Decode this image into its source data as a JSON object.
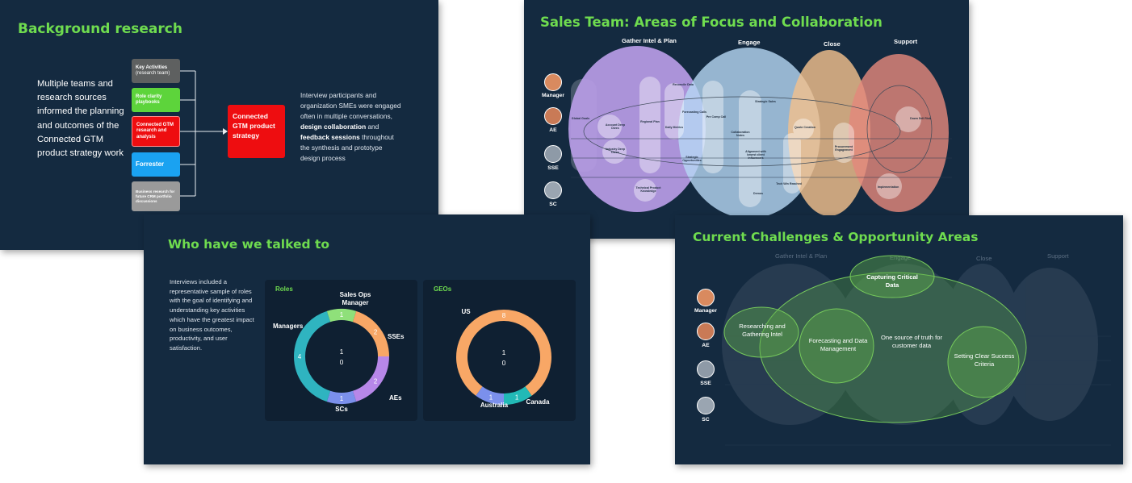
{
  "colors": {
    "slide_bg": "#142a40",
    "title_green": "#6fdc4f",
    "gather_purple": "#b99ce6",
    "engage_blue": "#b7d8f4",
    "close_orange": "#f2c08c",
    "support_red": "#e3877b",
    "opp_green": "#5fae49"
  },
  "slide1": {
    "title": "Background research",
    "intro": "Multiple teams and research sources informed the planning and outcomes of the Connected GTM product strategy work",
    "boxes": [
      {
        "label": "Key Activities",
        "sub": "(research team)",
        "color": "#5e6060"
      },
      {
        "label": "Role clarity playbooks",
        "sub": "",
        "color": "#5dd43b"
      },
      {
        "label": "Connected GTM research and analysis",
        "sub": "",
        "color": "#ee0d10"
      },
      {
        "label": "Forrester",
        "sub": "",
        "color": "#1aa2f1"
      },
      {
        "label": "Business research for future CRM portfolio discussions",
        "sub": "",
        "color": "#9a9a9a"
      }
    ],
    "main_box": "Connected GTM product strategy",
    "desc_1": "Interview participants and organization SMEs were engaged often in multiple conversations, ",
    "desc_b1": "design collaboration",
    "desc_2": " and ",
    "desc_b2": "feedback sessions",
    "desc_3": " throughout the synthesis and prototype design process"
  },
  "slide2": {
    "title": "Sales Team: Areas of Focus and Collaboration",
    "phases": [
      "Gather Intel & Plan",
      "Engage",
      "Close",
      "Support"
    ],
    "roles": [
      "Manager",
      "AE",
      "SSE",
      "SC"
    ],
    "activities": [
      "Global Goals",
      "Account Deep Dives",
      "Industry Deep Dives",
      "Regional Plan",
      "Reconcile Data",
      "Daily Metrics",
      "Forecasting Calls",
      "Pre Comp Call",
      "Strategic Opportunities",
      "Technical Product Knowledge",
      "Strategic Sales",
      "Collaboration Notes",
      "Alignment with lowest client influencers",
      "Demos",
      "Tech Win Reached",
      "Quote Creation",
      "Procurement Engagement",
      "Down Sell Risk",
      "Implementation"
    ]
  },
  "slide3": {
    "title": "Who have we talked to",
    "desc": "Interviews included a representative sample of roles with the goal of identifying and understanding key activities which have the greatest impact on business outcomes, productivity, and user satisfaction.",
    "roles_panel": "Roles",
    "geos_panel": "GEOs"
  },
  "chart_data": [
    {
      "type": "pie",
      "title": "Roles",
      "center_label": [
        "1",
        "0"
      ],
      "categories": [
        "Sales Ops Manager",
        "SSEs",
        "AEs",
        "SCs",
        "Managers"
      ],
      "values": [
        1,
        2,
        2,
        1,
        4
      ],
      "colors": [
        "#8fe07a",
        "#f8a766",
        "#b787e8",
        "#7b90ec",
        "#2fb4c0"
      ]
    },
    {
      "type": "pie",
      "title": "GEOs",
      "center_label": [
        "1",
        "0"
      ],
      "categories": [
        "US",
        "Canada",
        "Australia"
      ],
      "values": [
        8,
        1,
        1
      ],
      "colors": [
        "#f8a766",
        "#22b9b6",
        "#7b90ec"
      ]
    }
  ],
  "slide4": {
    "title": "Current Challenges & Opportunity Areas",
    "phases": [
      "Gather Intel & Plan",
      "Engage",
      "Close",
      "Support"
    ],
    "roles": [
      "Manager",
      "AE",
      "SSE",
      "SC"
    ],
    "areas": [
      "Capturing Critical Data",
      "Researching and Gathering Intel",
      "Forecasting and Data Management",
      "One source of truth for customer data",
      "Setting Clear Success Criteria"
    ]
  }
}
